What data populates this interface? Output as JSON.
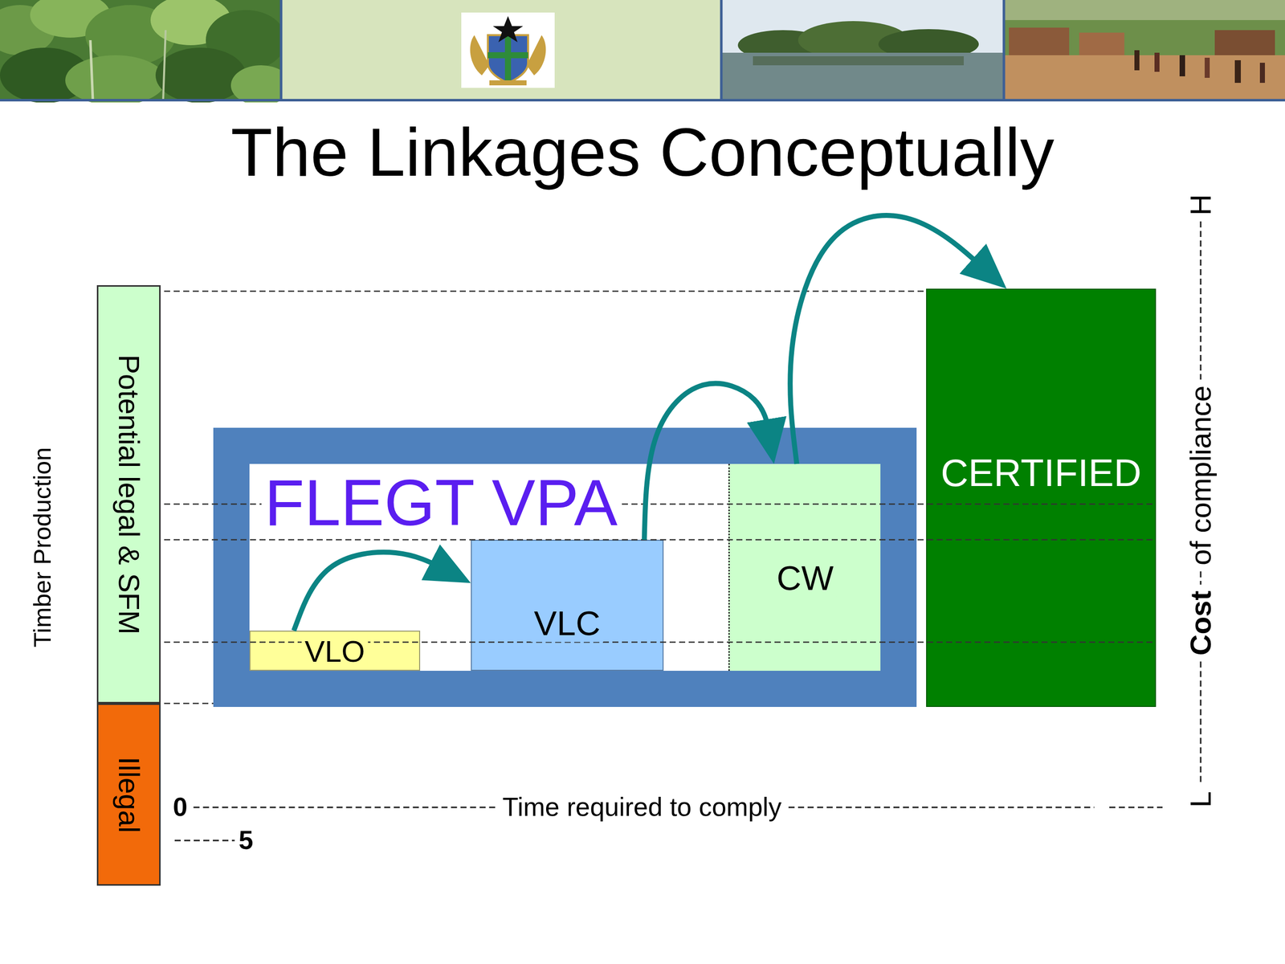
{
  "diagram": {
    "title": "The Linkages Conceptually",
    "nodes": [
      {
        "text": [
          "Potential legal & SFM"
        ]
      },
      {
        "text": [
          "Illegal"
        ]
      },
      {
        "text": [
          "FLEGT VPA"
        ]
      },
      {
        "text": [
          "VLO"
        ],
        "in": 2
      },
      {
        "text": [
          "VLC"
        ],
        "in": 2
      },
      {
        "text": [
          "CW"
        ],
        "in": 2
      },
      {
        "text": [
          "CERTIFIED"
        ]
      }
    ],
    "edges": [
      {
        "from": 3,
        "to": 4,
        "arrow": "to"
      },
      {
        "from": 4,
        "to": 5,
        "arrow": "to"
      },
      {
        "from": 5,
        "to": 6,
        "arrow": "to"
      }
    ],
    "labels": [
      "Timber Production",
      "H",
      "of compliance",
      "Cost",
      "L",
      "0",
      "Time required to comply",
      "5"
    ]
  }
}
